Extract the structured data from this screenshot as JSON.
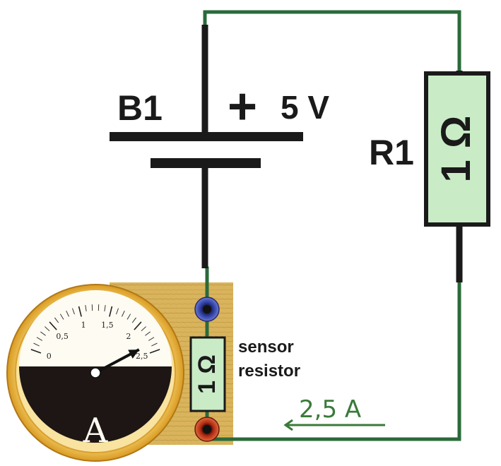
{
  "battery": {
    "label": "B1",
    "plus_sign": "+",
    "voltage": "5 V"
  },
  "resistor": {
    "label": "R1",
    "value": "1 Ω"
  },
  "sensor_resistor": {
    "value": "1 Ω",
    "caption_line1": "sensor",
    "caption_line2": "resistor"
  },
  "current": {
    "value": "2,5 A"
  },
  "ammeter": {
    "unit_letter": "A",
    "scale_labels": [
      "0",
      "0,5",
      "1",
      "1,5",
      "2",
      "2,5"
    ],
    "reading": 2.5,
    "scale_max": 2.5
  },
  "colors": {
    "wire_green": "#2a6a3a",
    "wire_black": "#1a1a1a",
    "resistor_fill": "#c9ecc6",
    "board_wood": "#d8b25a",
    "meter_rim": "#e8b43a",
    "current_text": "#3a7a3a"
  }
}
